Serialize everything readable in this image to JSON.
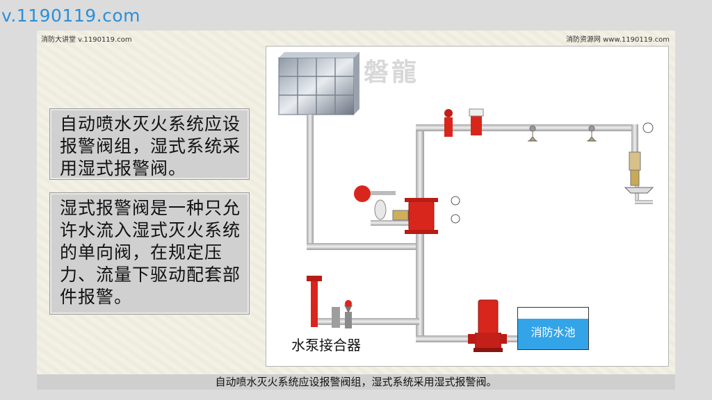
{
  "watermark_url": "v.1190119.com",
  "header": {
    "left": "消防大讲堂 v.1190119.com",
    "right": "消防资源网 www.1190119.com"
  },
  "textbox1": "自动喷水灭火系统应设报警阀组，湿式系统采用湿式报警阀。",
  "textbox2": "湿式报警阀是一种只允许水流入湿式灭火系统的单向阀，在规定压力、流量下驱动配套部件报警。",
  "diagram": {
    "brand_mark": "磐龍",
    "pump_connector_label": "水泵接合器",
    "pool_label": "消防水池"
  },
  "footer": "自动喷水灭火系统应设报警阀组，湿式系统采用湿式报警阀。",
  "colors": {
    "valve_red": "#d9261c",
    "pipe_gray": "#c8c8c8",
    "water_blue": "#33a4e8"
  }
}
